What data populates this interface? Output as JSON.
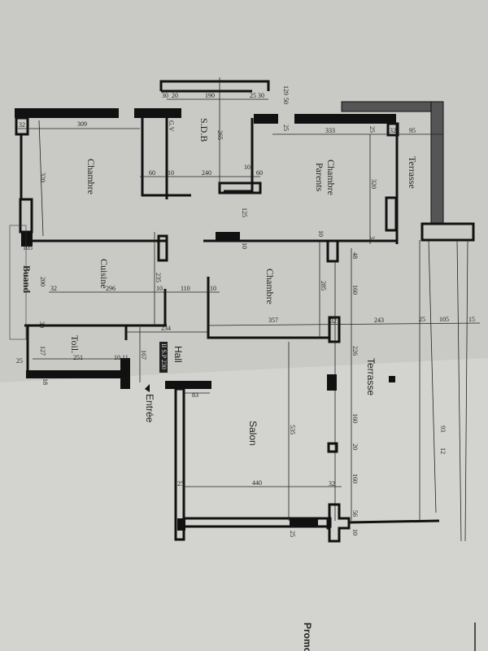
{
  "plan": {
    "rooms": {
      "chambre_left": "Chambre",
      "sdb": "S.D.B",
      "gv": "G.V",
      "chambre_parents_1": "Chambre",
      "chambre_parents_2": "Parents",
      "terrasse_top": "Terrasse",
      "cuisine": "Cuisine",
      "buand": "Buand",
      "chambre_mid": "Chambre",
      "toil": "Toil.",
      "hall": "Hall",
      "hall_tag": "II S.P 230",
      "entree": "Entrée",
      "salon": "Salon",
      "terrasse_right": "Terrasse"
    },
    "dimensions": [
      "32",
      "309",
      "320",
      "30",
      "20",
      "190",
      "25",
      "30",
      "265",
      "60",
      "10",
      "240",
      "10",
      "60",
      "125",
      "129",
      "50",
      "25",
      "333",
      "25",
      "32",
      "95",
      "320",
      "10",
      "35",
      "10",
      "105",
      "200",
      "32",
      "296",
      "235",
      "10",
      "110",
      "10",
      "30",
      "127",
      "25",
      "251",
      "10",
      "11",
      "167",
      "234",
      "18",
      "357",
      "285",
      "48",
      "160",
      "32",
      "243",
      "25",
      "105",
      "15",
      "226",
      "160",
      "20",
      "160",
      "32",
      "56",
      "83",
      "535",
      "440",
      "25",
      "25",
      "10",
      "93",
      "12"
    ],
    "footer_text": "Promot",
    "colors": {
      "paper": "#cfd0cc",
      "ink": "#111111"
    }
  }
}
